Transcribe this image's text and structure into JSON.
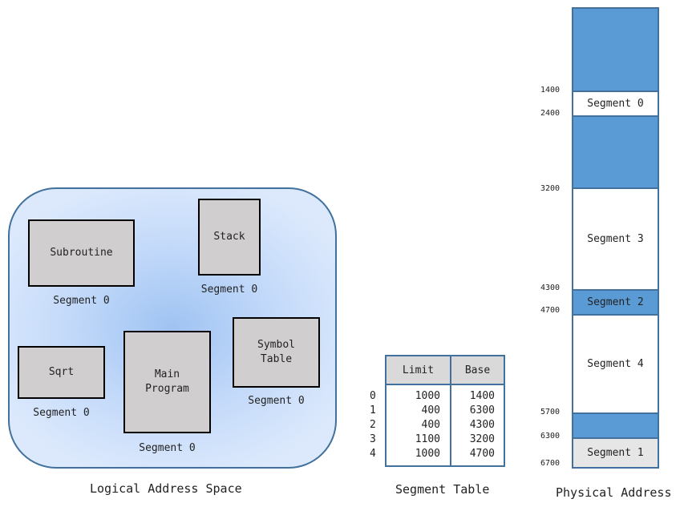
{
  "logical": {
    "caption": "Logical Address Space",
    "subroutine": {
      "label": "Subroutine",
      "segment": "Segment 0"
    },
    "stack": {
      "label": "Stack",
      "segment": "Segment 0"
    },
    "sqrt": {
      "label": "Sqrt",
      "segment": "Segment 0"
    },
    "main_program": {
      "label": "Main\nProgram",
      "segment": "Segment 0"
    },
    "symbol_table": {
      "label": "Symbol\nTable",
      "segment": "Segment 0"
    }
  },
  "segment_table": {
    "caption": "Segment Table",
    "headers": {
      "limit": "Limit",
      "base": "Base"
    },
    "rows": [
      {
        "index": "0",
        "limit": "1000",
        "base": "1400"
      },
      {
        "index": "1",
        "limit": "400",
        "base": "6300"
      },
      {
        "index": "2",
        "limit": "400",
        "base": "4300"
      },
      {
        "index": "3",
        "limit": "1100",
        "base": "3200"
      },
      {
        "index": "4",
        "limit": "1000",
        "base": "4700"
      }
    ]
  },
  "physical": {
    "caption": "Physical Address",
    "addresses": [
      "1400",
      "2400",
      "3200",
      "4300",
      "4700",
      "5700",
      "6300",
      "6700"
    ],
    "blocks": [
      {
        "label": ""
      },
      {
        "label": "Segment 0"
      },
      {
        "label": ""
      },
      {
        "label": "Segment 3"
      },
      {
        "label": "Segment 2"
      },
      {
        "label": "Segment 4"
      },
      {
        "label": ""
      },
      {
        "label": "Segment 1"
      }
    ]
  },
  "colors": {
    "free_memory": "#5b9bd5",
    "border": "#41719c",
    "segment_fill": "#d0cece",
    "table_header": "#d9d9d9"
  }
}
